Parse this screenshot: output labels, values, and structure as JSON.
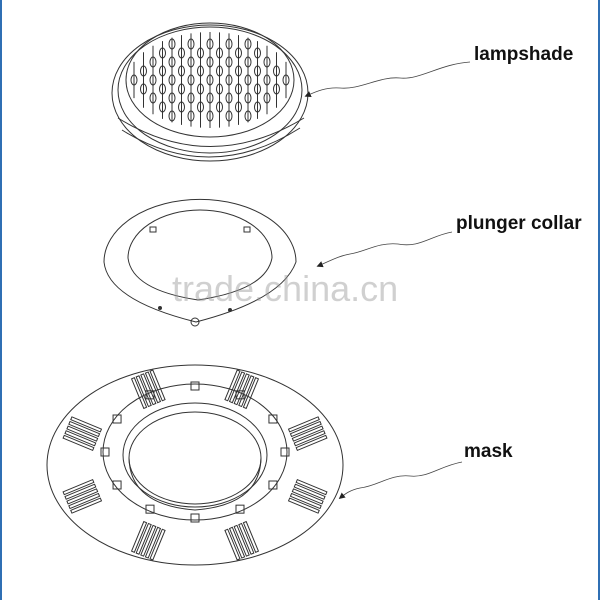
{
  "labels": {
    "lampshade": "lampshade",
    "plunger_collar": "plunger collar",
    "mask": "mask"
  },
  "watermark": "trade.china.cn",
  "colors": {
    "frame": "#2f6fb4",
    "line": "#333333",
    "watermark": "#969696"
  }
}
